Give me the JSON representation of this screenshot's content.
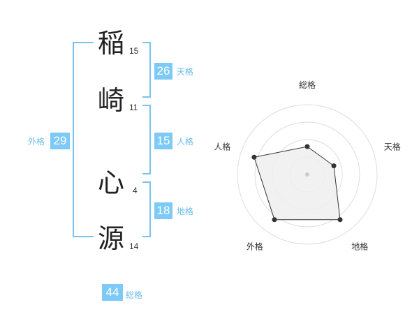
{
  "name": {
    "surname": [
      {
        "char": "稲",
        "strokes": "15"
      },
      {
        "char": "崎",
        "strokes": "11"
      }
    ],
    "given": [
      {
        "char": "心",
        "strokes": "4"
      },
      {
        "char": "源",
        "strokes": "14"
      }
    ]
  },
  "fortunes": {
    "tenkaku": {
      "label": "天格",
      "value": "26"
    },
    "jinkaku": {
      "label": "人格",
      "value": "15"
    },
    "chikaku": {
      "label": "地格",
      "value": "18"
    },
    "gaikaku": {
      "label": "外格",
      "value": "29"
    },
    "soukaku": {
      "label": "総格",
      "value": "44"
    }
  },
  "chart_data": {
    "type": "radar",
    "axes": [
      "総格",
      "天格",
      "地格",
      "外格",
      "人格"
    ],
    "values": [
      2,
      2,
      4,
      4,
      4
    ],
    "max": 5,
    "rings": 4,
    "colors": {
      "grid": "#dddddd",
      "fill": "#eeeeee",
      "line": "#333333",
      "point": "#333333",
      "center": "#cccccc"
    }
  },
  "colors": {
    "accent": "#7ccaf5",
    "bracket": "#79c3ee",
    "label": "#6bbde9"
  }
}
